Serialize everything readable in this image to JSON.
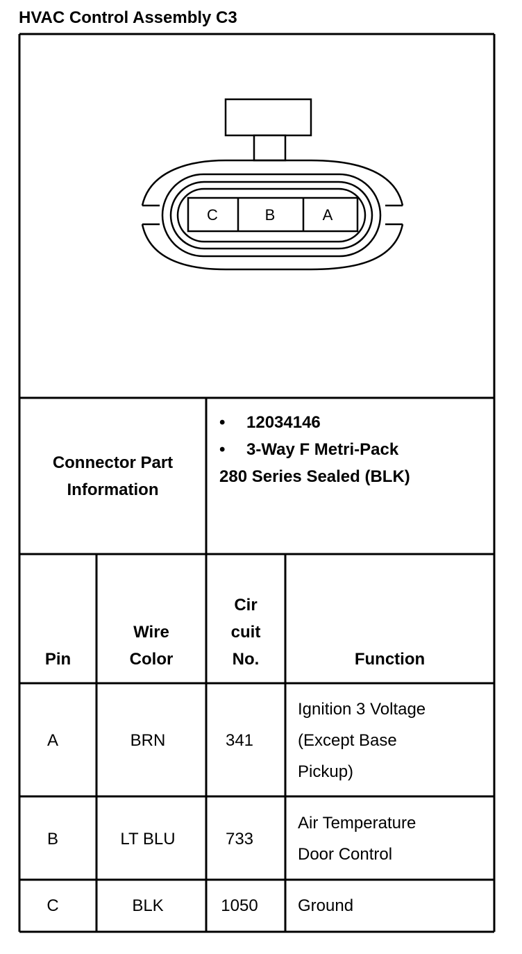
{
  "title": "HVAC Control Assembly C3",
  "connector": {
    "cavities": [
      "C",
      "B",
      "A"
    ]
  },
  "part_info": {
    "label_line1": "Connector Part",
    "label_line2": "Information",
    "bullet": "•",
    "items": [
      "12034146",
      "3-Way F Metri-Pack"
    ],
    "continuation": "280 Series Sealed (BLK)"
  },
  "table": {
    "headers": {
      "pin": "Pin",
      "wire_line1": "Wire",
      "wire_line2": "Color",
      "circuit_line1": "Cir",
      "circuit_line2": "cuit",
      "circuit_line3": "No.",
      "function": "Function"
    },
    "rows": [
      {
        "pin": "A",
        "wire": "BRN",
        "circuit": "341",
        "function": [
          "Ignition 3 Voltage",
          "(Except Base",
          "Pickup)"
        ]
      },
      {
        "pin": "B",
        "wire": "LT BLU",
        "circuit": "733",
        "function": [
          "Air Temperature",
          "Door Control"
        ]
      },
      {
        "pin": "C",
        "wire": "BLK",
        "circuit": "1050",
        "function": [
          "Ground"
        ]
      }
    ]
  }
}
